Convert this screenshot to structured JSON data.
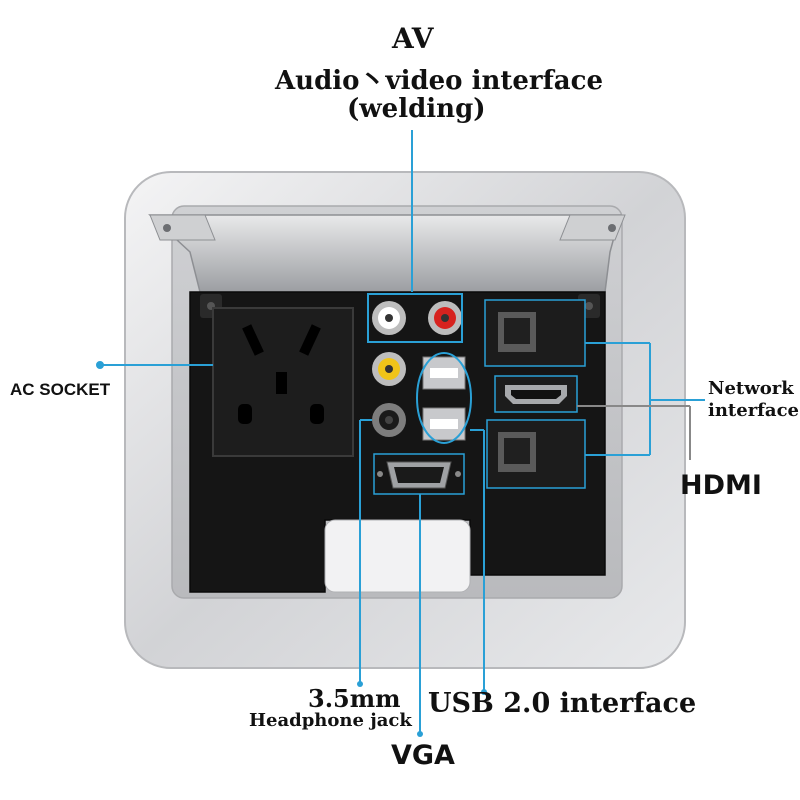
{
  "labels": {
    "av_title": "AV",
    "av_subtitle": "Audio丶video interface",
    "av_note": "(welding)",
    "ac_socket": "AC SOCKET",
    "network_line1": "Network",
    "network_line2": "interface",
    "hdmi": "HDMI",
    "headphone_size": "3.5mm",
    "headphone_jack": "Headphone jack",
    "usb": "USB 2.0 interface",
    "vga": "VGA"
  },
  "colors": {
    "callout_line": "#2aa0d6",
    "hdmi_line": "#888888",
    "panel_black": "#151515",
    "aluminum": "#d9dadc"
  }
}
